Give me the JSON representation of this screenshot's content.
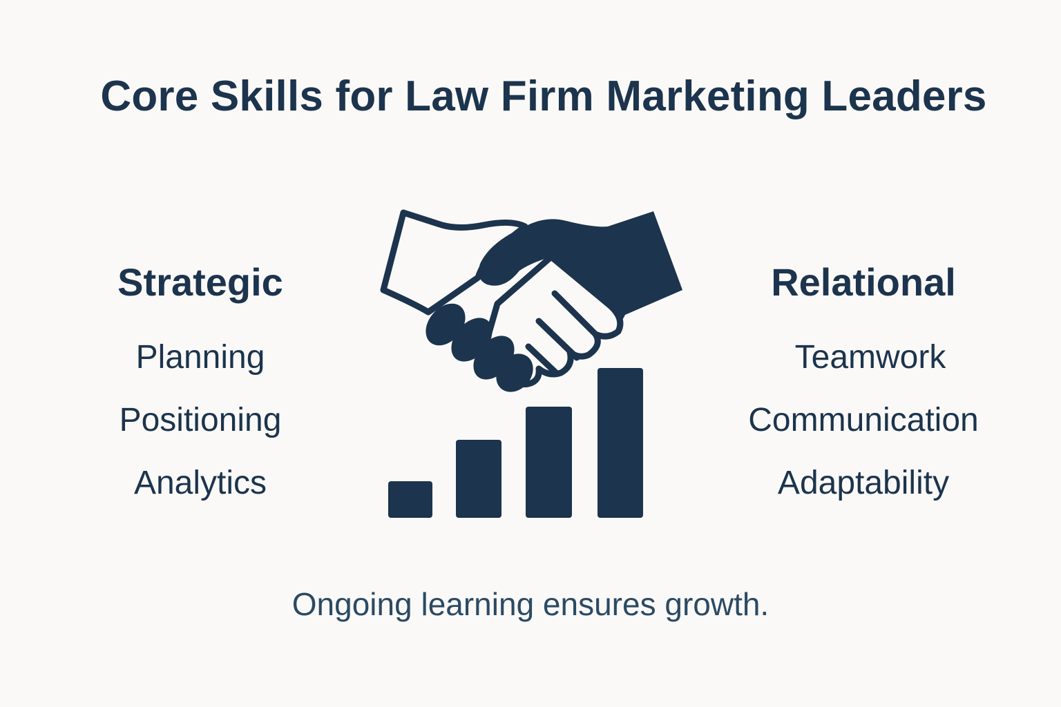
{
  "title": "Core Skills for Law Firm Marketing Leaders",
  "left_column": {
    "heading": "Strategic",
    "items": [
      "Planning",
      "Positioning",
      "Analytics"
    ]
  },
  "right_column": {
    "heading": "Relational",
    "items": [
      "Teamwork",
      "Communication",
      "Adaptability"
    ]
  },
  "center_graphic": {
    "icons": [
      "handshake-icon",
      "growth-bar-chart-icon"
    ],
    "bar_count": 4
  },
  "footer": "Ongoing learning ensures growth.",
  "colors": {
    "primary": "#1c344d",
    "background": "#faf9f7"
  }
}
